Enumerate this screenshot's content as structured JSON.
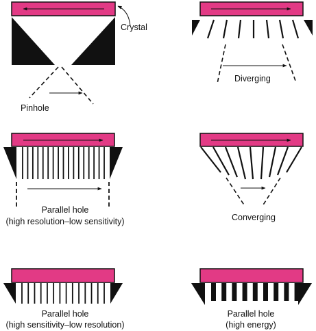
{
  "colors": {
    "crystal": "#e23a85",
    "outline": "#111111",
    "background": "#ffffff"
  },
  "panels": {
    "pinhole": {
      "crystal_label": "Crystal",
      "label": "Pinhole"
    },
    "diverging": {
      "label": "Diverging"
    },
    "parallel_hr": {
      "label_line1": "Parallel hole",
      "label_line2": "(high resolution–low sensitivity)"
    },
    "converging": {
      "label": "Converging"
    },
    "parallel_hs": {
      "label_line1": "Parallel hole",
      "label_line2": "(high sensitivity–low resolution)"
    },
    "parallel_he": {
      "label_line1": "Parallel hole",
      "label_line2": "(high energy)"
    }
  }
}
